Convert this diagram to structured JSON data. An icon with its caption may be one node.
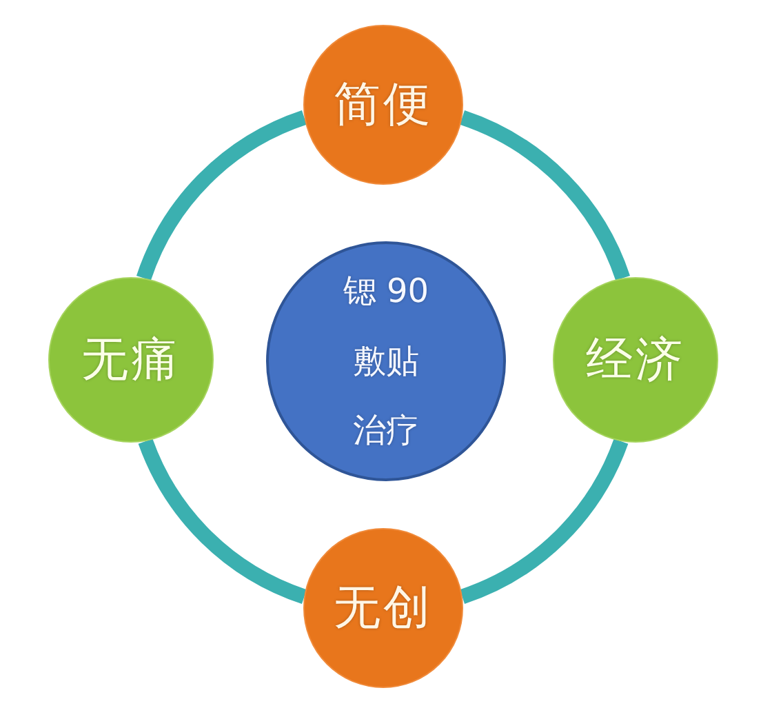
{
  "diagram": {
    "nodes": [
      {
        "text": [
          "简便"
        ]
      },
      {
        "text": [
          "无痛"
        ]
      },
      {
        "text": [
          "锶 90",
          "敷贴",
          "治疗"
        ]
      },
      {
        "text": [
          "经济"
        ]
      },
      {
        "text": [
          "无创"
        ]
      }
    ],
    "edges": [
      {
        "from": 0,
        "to": 3,
        "arrow": "none"
      },
      {
        "from": 3,
        "to": 4,
        "arrow": "none"
      },
      {
        "from": 4,
        "to": 1,
        "arrow": "none"
      },
      {
        "from": 1,
        "to": 0,
        "arrow": "none"
      }
    ]
  }
}
